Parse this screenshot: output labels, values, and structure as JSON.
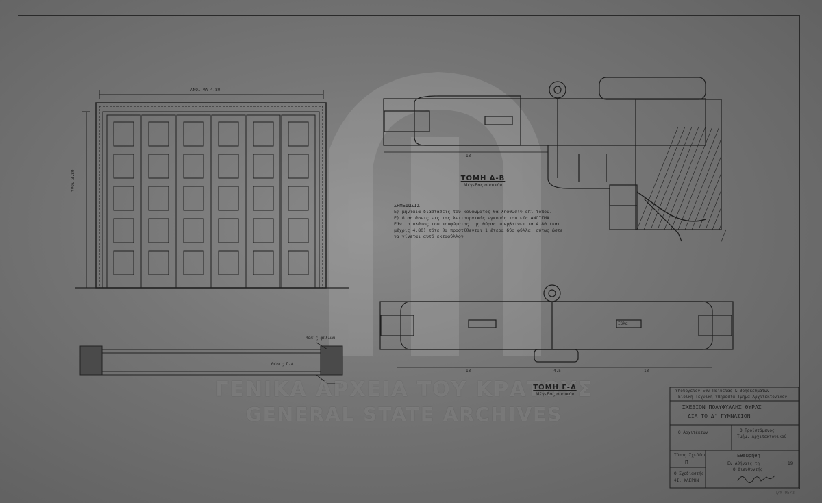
{
  "drawing": {
    "elevation": {
      "width_label": "ΑΝΟΙΓΜΑ 4.80",
      "height_label": "ΥΨΟΣ 3.80"
    },
    "section_ab": {
      "title": "ΤΟΜΗ Α-Β",
      "subtitle": "Μέγεθος φυσικόν",
      "dimension": "13"
    },
    "section_gd": {
      "title": "ΤΟΜΗ Γ-Δ",
      "subtitle": "Μέγεθος φυσικόν",
      "dims": [
        "13",
        "4.5",
        "13"
      ],
      "hinge_label": "Ξύλα"
    },
    "plan": {
      "labels": [
        "Θέσις φύλλων",
        "Θέσις Γ-Δ"
      ]
    },
    "notes": {
      "heading": "ΣΗΜΕΙΩΣΙΣ",
      "lines": [
        "Ε) μηνιαία διαστάσεις του κουφώματος θα ληφθώσιν επί τόπου.",
        "Ε) διαστάσεις εις τας λειτουργικάς εγκοπάς του είς ΑΝΟΙΓΜΑ",
        "Εάν το πλάτος του κουφώματος της θύρας υπερβαίνει τα 4.80 (και",
        "μέχρις 4.80) τότε θα προστίθενται 1 έτερα δύο φύλλα, ούτως ώστε",
        "να γίνεται αυτό εκταφύλλον"
      ]
    },
    "title_block": {
      "ministry_line1": "Υπουργείον Εθν Παιδείας & Θρησκευμάτων",
      "ministry_line2": "Ειδική Τεχνική Υπηρεσία-Τμήμα Αρχιτεκτονικόν",
      "title_line1": "ΣΧΕΔΙΟΝ ΠΟΛΥΦΥΛΛΗΣ ΘΥΡΑΣ",
      "title_line2": "ΔΙΑ ΤΟ Δ' ΓΥΜΝΑΣΙΟΝ",
      "architect_label": "Ο Αρχιτέκτων",
      "head_label_1": "Ο Προϊστάμενος",
      "head_label_2": "Τμήμ. Αρχιτεκτονικού",
      "type_label": "Τύπος Σχεδίου",
      "type_value": "Π",
      "drafter_label": "Ο Σχεδιαστής",
      "drafter_name": "ΦΙ. ΚΛΕΡΗΝ",
      "approved_label": "Εθεωρήθη",
      "place_date": "Εν Αθήναις τη",
      "year": "19",
      "director_label": "Ο Διευθυντής",
      "stamp": "Π/Χ 95/2"
    },
    "watermark": {
      "greek": "ΓΕΝΙΚΑ ΑΡΧΕΙΑ ΤΟΥ ΚΡΑΤΟΥΣ",
      "english": "GENERAL STATE ARCHIVES"
    }
  }
}
